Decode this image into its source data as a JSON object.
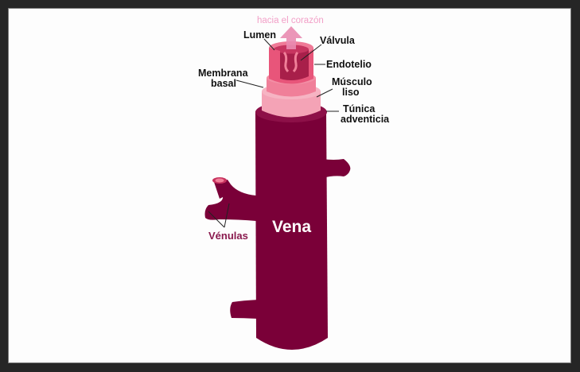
{
  "diagram": {
    "title": "Vena",
    "direction_label": "hacia el corazón",
    "branch_label": "Vénulas",
    "layers": [
      {
        "id": "lumen",
        "label": "Lumen"
      },
      {
        "id": "valvula",
        "label": "Válvula"
      },
      {
        "id": "endotelio",
        "label": "Endotelio"
      },
      {
        "id": "membrana",
        "label_line1": "Membrana",
        "label_line2": "basal"
      },
      {
        "id": "musculo",
        "label_line1": "Músculo",
        "label_line2": "liso"
      },
      {
        "id": "tunica",
        "label_line1": "Túnica",
        "label_line2": "adventicia"
      }
    ],
    "colors": {
      "vein": "#7a0038",
      "vein_top": "#8d1048",
      "adventitia": "#f4a3b6",
      "muscle": "#f07f99",
      "endothelium": "#e8557a",
      "lumen": "#b0254f",
      "arrow": "#e98bb0",
      "direction_text": "#f29fc7",
      "venulas_text": "#8a1a4e",
      "frame": "#262626",
      "background": "#fdfdfd"
    }
  }
}
